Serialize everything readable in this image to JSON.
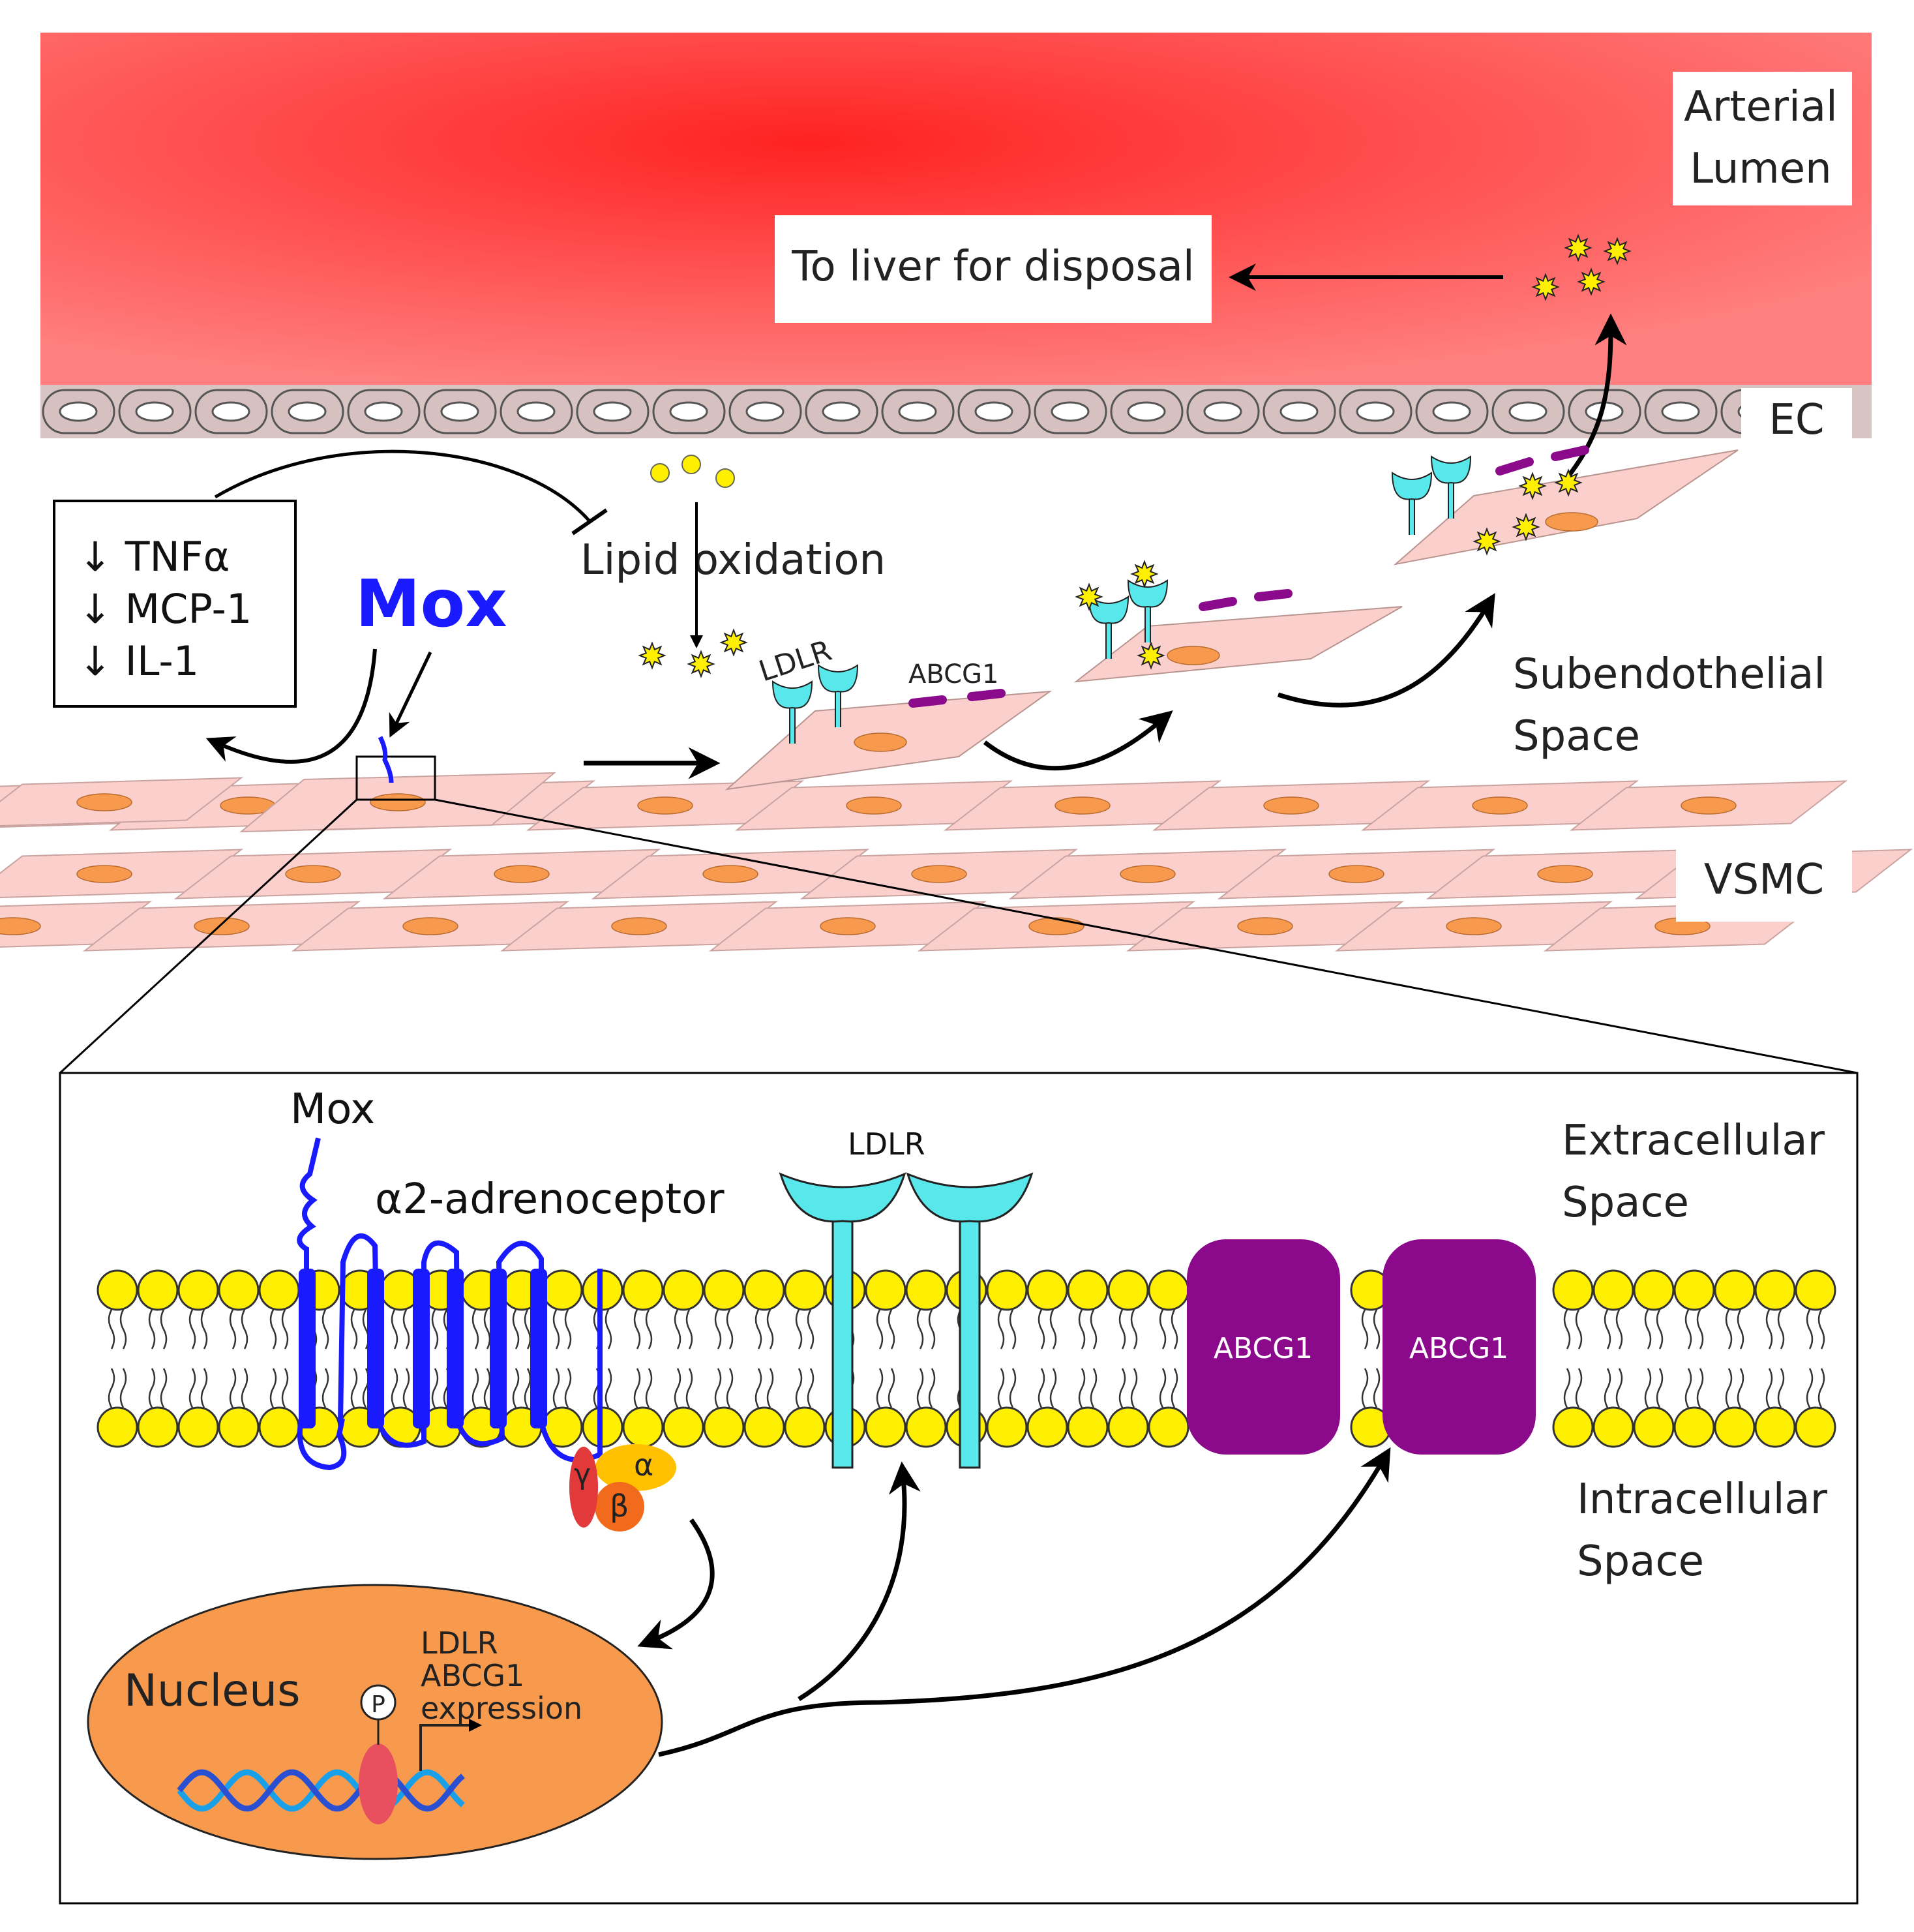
{
  "top": {
    "lumen_label_line1": "Arterial",
    "lumen_label_line2": "Lumen",
    "ec_label": "EC",
    "subendo_label_line1": "Subendothelial",
    "subendo_label_line2": "Space",
    "vsmc_label": "VSMC",
    "liver_label": "To liver for disposal",
    "lipid_oxidation_label": "Lipid oxidation",
    "mox_label": "Mox",
    "ldlr_label": "LDLR",
    "abcg1_label": "ABCG1",
    "cytokines": [
      "↓ TNFα",
      "↓ MCP-1",
      "↓ IL-1"
    ]
  },
  "inset": {
    "mox_label": "Mox",
    "receptor_label": "α2-adrenoceptor",
    "ldlr_label": "LDLR",
    "abcg1_left_label": "ABCG1",
    "abcg1_right_label": "ABCG1",
    "extracellular_line1": "Extracellular",
    "extracellular_line2": "Space",
    "intracellular_line1": "Intracellular",
    "intracellular_line2": "Space",
    "gprotein_alpha": "α",
    "gprotein_beta": "β",
    "gprotein_gamma": "γ",
    "nucleus_label": "Nucleus",
    "phospho_label": "P",
    "expression_line1": "LDLR",
    "expression_line2": "ABCG1",
    "expression_line3": "expression"
  },
  "colors": {
    "lumen_red": "#ff2a2a",
    "vsmc_pink": "#fbd0cc",
    "nucleus_orange": "#f79a4d",
    "lipid_yellow": "#ffef00",
    "ldlr_cyan": "#58e7ea",
    "abcg1_purple": "#8b0a8c",
    "mox_blue": "#1a1aff"
  }
}
